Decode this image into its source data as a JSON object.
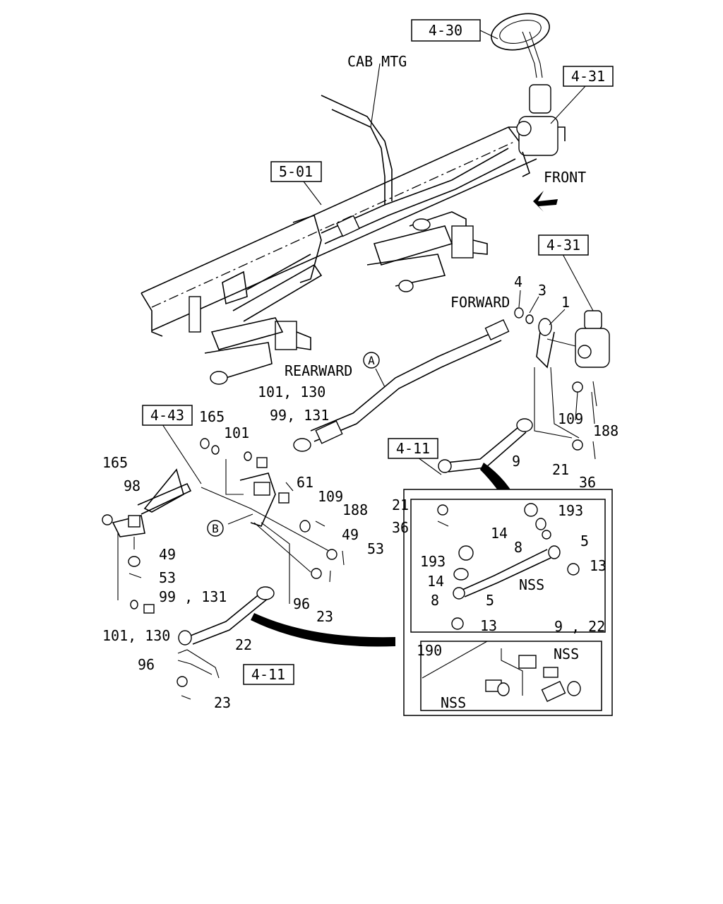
{
  "refs": {
    "r430": "4-30",
    "r431_top": "4-31",
    "r501": "5-01",
    "r431_mid": "4-31",
    "r443": "4-43",
    "r411_mid": "4-11",
    "r411_bot": "4-11"
  },
  "labels": {
    "cab_mtg": "CAB MTG",
    "front": "FRONT",
    "forward": "FORWARD",
    "rearward": "REARWARD",
    "circle_a": "A",
    "circle_b": "B",
    "p4": "4",
    "p3": "3",
    "p1": "1",
    "p109_r": "109",
    "p188_r": "188",
    "p21_r": "21",
    "p36_r": "36",
    "p9": "9",
    "p101_130_top": "101, 130",
    "p99_131_top": "99, 131",
    "p165_a": "165",
    "p101_a": "101",
    "p165_b": "165",
    "p98": "98",
    "p61": "61",
    "p109_m": "109",
    "p188_m": "188",
    "p49_m": "49",
    "p53_m": "53",
    "p49_l": "49",
    "p53_l": "53",
    "p99_131_bot": "99 , 131",
    "p101_130_bot": "101, 130",
    "p96_m": "96",
    "p23_m": "23",
    "p22": "22",
    "p96_b": "96",
    "p23_b": "23",
    "p21_m": "21",
    "p36_m": "36",
    "k193_a": "193",
    "k14_a": "14",
    "k8_a": "8",
    "k5_a": "5",
    "k13_a": "13",
    "k193_b": "193",
    "k14_b": "14",
    "k8_b": "8",
    "k5_b": "5",
    "k13_b": "13",
    "k_nss_a": "NSS",
    "k_9_22": "9 , 22",
    "k190": "190",
    "k_nss_b": "NSS",
    "k_nss_c": "NSS"
  }
}
